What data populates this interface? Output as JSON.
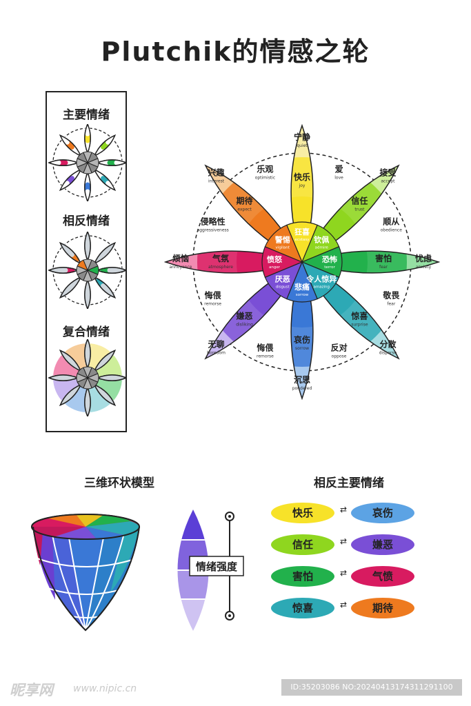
{
  "title": "Plutchik的情感之轮",
  "sidebar": {
    "primary_label": "主要情绪",
    "opposite_label": "相反情绪",
    "compound_label": "复合情绪"
  },
  "wheel": {
    "petals": [
      {
        "color": "#f7e229",
        "pale": "#f8eda4",
        "outer": "宁静",
        "outer_en": "quiet",
        "mid": "快乐",
        "mid_en": "joy",
        "inner": "狂喜",
        "inner_en": "ecstasy"
      },
      {
        "color": "#8fd61f",
        "pale": "#cdee9a",
        "outer": "接受",
        "outer_en": "accept",
        "mid": "信任",
        "mid_en": "trust",
        "inner": "钦佩",
        "inner_en": "admire"
      },
      {
        "color": "#22b14c",
        "pale": "#95dfa3",
        "outer": "忧虑",
        "outer_en": "anxiety",
        "mid": "害怕",
        "mid_en": "fear",
        "inner": "恐怖",
        "inner_en": "terror"
      },
      {
        "color": "#2da9b5",
        "pale": "#a7dde2",
        "outer": "分散",
        "outer_en": "disperse",
        "mid": "惊喜",
        "mid_en": "surprise",
        "inner": "令人惊异",
        "inner_en": "amazing"
      },
      {
        "color": "#3a78d6",
        "pale": "#a8c9ee",
        "outer": "沉思",
        "outer_en": "pondered",
        "mid": "哀伤",
        "mid_en": "sorrow",
        "inner": "悲痛",
        "inner_en": "sorrow"
      },
      {
        "color": "#7a4fd6",
        "pale": "#c8b6f0",
        "outer": "无聊",
        "outer_en": "boredom",
        "mid": "嫌恶",
        "mid_en": "disliking",
        "inner": "厌恶",
        "inner_en": "disgust"
      },
      {
        "color": "#d81b60",
        "pale": "#f28bb1",
        "outer": "烦恼",
        "outer_en": "annoyance",
        "mid": "气氛",
        "mid_en": "atmosphere",
        "inner": "愤怒",
        "inner_en": "anger"
      },
      {
        "color": "#ee7a1f",
        "pale": "#f6cc9a",
        "outer": "兴趣",
        "outer_en": "interest",
        "mid": "期待",
        "mid_en": "expect",
        "inner": "警惕",
        "inner_en": "vigilant"
      }
    ],
    "between": [
      {
        "zh": "爱",
        "en": "love"
      },
      {
        "zh": "顺从",
        "en": "obedience"
      },
      {
        "zh": "敬畏",
        "en": "fear"
      },
      {
        "zh": "反对",
        "en": "oppose"
      },
      {
        "zh": "悔偎",
        "en": "remorse"
      },
      {
        "zh": "悔偎",
        "en": "remorse"
      },
      {
        "zh": "侵略性",
        "en": "aggressiveness"
      },
      {
        "zh": "乐观",
        "en": "optimistic"
      }
    ]
  },
  "bottom": {
    "model_label": "三维环状模型",
    "intensity_label": "情绪强度",
    "opposites_label": "相反主要情绪",
    "pairs": [
      {
        "left": "快乐",
        "left_color": "#f7e229",
        "right": "哀伤",
        "right_color": "#5ca3e4"
      },
      {
        "left": "信任",
        "left_color": "#8fd61f",
        "right": "嫌恶",
        "right_color": "#7a4fd6"
      },
      {
        "left": "害怕",
        "left_color": "#22b14c",
        "right": "气愤",
        "right_color": "#d81b60"
      },
      {
        "left": "惊喜",
        "left_color": "#2da9b5",
        "right": "期待",
        "right_color": "#ee7a1f"
      }
    ]
  },
  "watermark": {
    "logo": "昵享网",
    "url": "www.nipic.cn",
    "id": "ID:35203086 NO:20240413174311291100"
  }
}
